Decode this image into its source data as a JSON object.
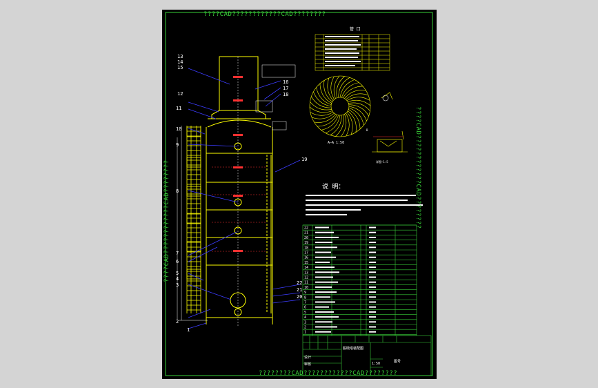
{
  "watermark": {
    "top": "????CAD????????????CAD????????",
    "left": "????CAD????????????CAD????????",
    "right": "????CAD????????????CAD????????",
    "bottom": "????????CAD????????????CAD????????"
  },
  "part_callouts_left": [
    "13",
    "14",
    "15",
    "12",
    "11",
    "10",
    "9",
    "8",
    "7",
    "6",
    "5",
    "4",
    "3",
    "2",
    "1"
  ],
  "part_callouts_right": [
    "16",
    "17",
    "18",
    "19",
    "22",
    "21",
    "20"
  ],
  "notes_title": "说 明：",
  "top_table_title": "管 口",
  "colors": {
    "frame": "#39d039",
    "vessel": "#ffff00",
    "leader": "#3c3cff",
    "dim": "#ffffff",
    "hatch": "#ff3030"
  }
}
